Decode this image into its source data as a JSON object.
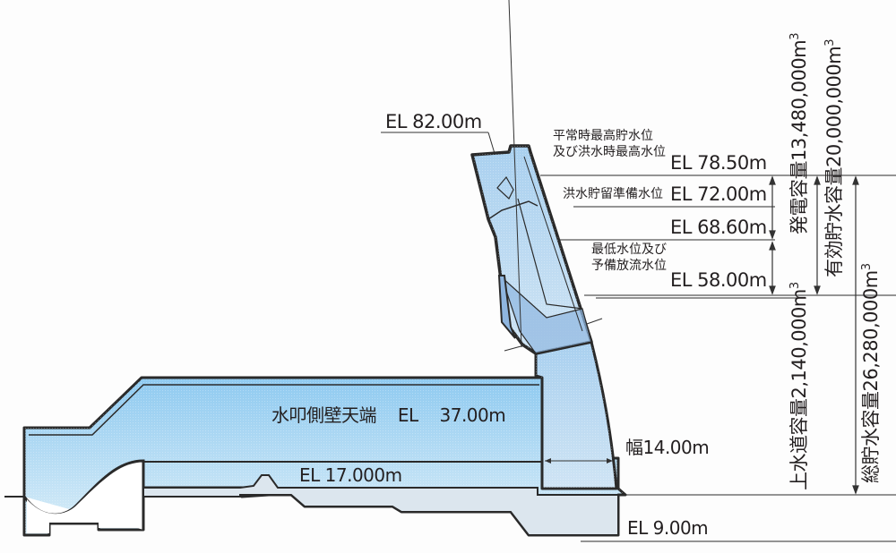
{
  "diagram": {
    "type": "dam-cross-section",
    "colors": {
      "outline": "#2a2a2a",
      "water_light": "#cfe7f5",
      "water_mid": "#9fd0ee",
      "dam_body": "#b7d6ee",
      "gate_dark": "#8fb6e0",
      "apron": "#d9e6f0",
      "text": "#231f20"
    },
    "crest": {
      "label": "EL 82.00m"
    },
    "levels": [
      {
        "name_line1": "平常時最高貯水位",
        "name_line2": "及び洪水時最高水位",
        "elevation": "EL 78.50m"
      },
      {
        "name_line1": "洪水貯留準備水位",
        "name_line2": "",
        "elevation": "EL 72.00m"
      },
      {
        "name_line1": "",
        "name_line2": "",
        "elevation": "EL 68.60m"
      },
      {
        "name_line1": "最低水位及び",
        "name_line2": "予備放流水位",
        "elevation": "EL 58.00m"
      }
    ],
    "stilling_basin": {
      "side_wall_label": "水叩側壁天端",
      "side_wall_el": "EL",
      "side_wall_value": "37.00m",
      "floor_label": "EL 17.000m"
    },
    "pier": {
      "width_label": "幅14.00m"
    },
    "foundation": {
      "label": "EL 9.00m"
    },
    "capacities": {
      "power": {
        "label": "発電容量",
        "value": "13,480,000m",
        "unit_sup": "3"
      },
      "effective": {
        "label": "有効貯水容量",
        "value": "20,000,000m",
        "unit_sup": "3"
      },
      "water_supply": {
        "label": "上水道容量",
        "value": "2,140,000m",
        "unit_sup": "3"
      },
      "total": {
        "label": "総貯水容量",
        "value": "26,280,000m",
        "unit_sup": "3"
      }
    }
  }
}
